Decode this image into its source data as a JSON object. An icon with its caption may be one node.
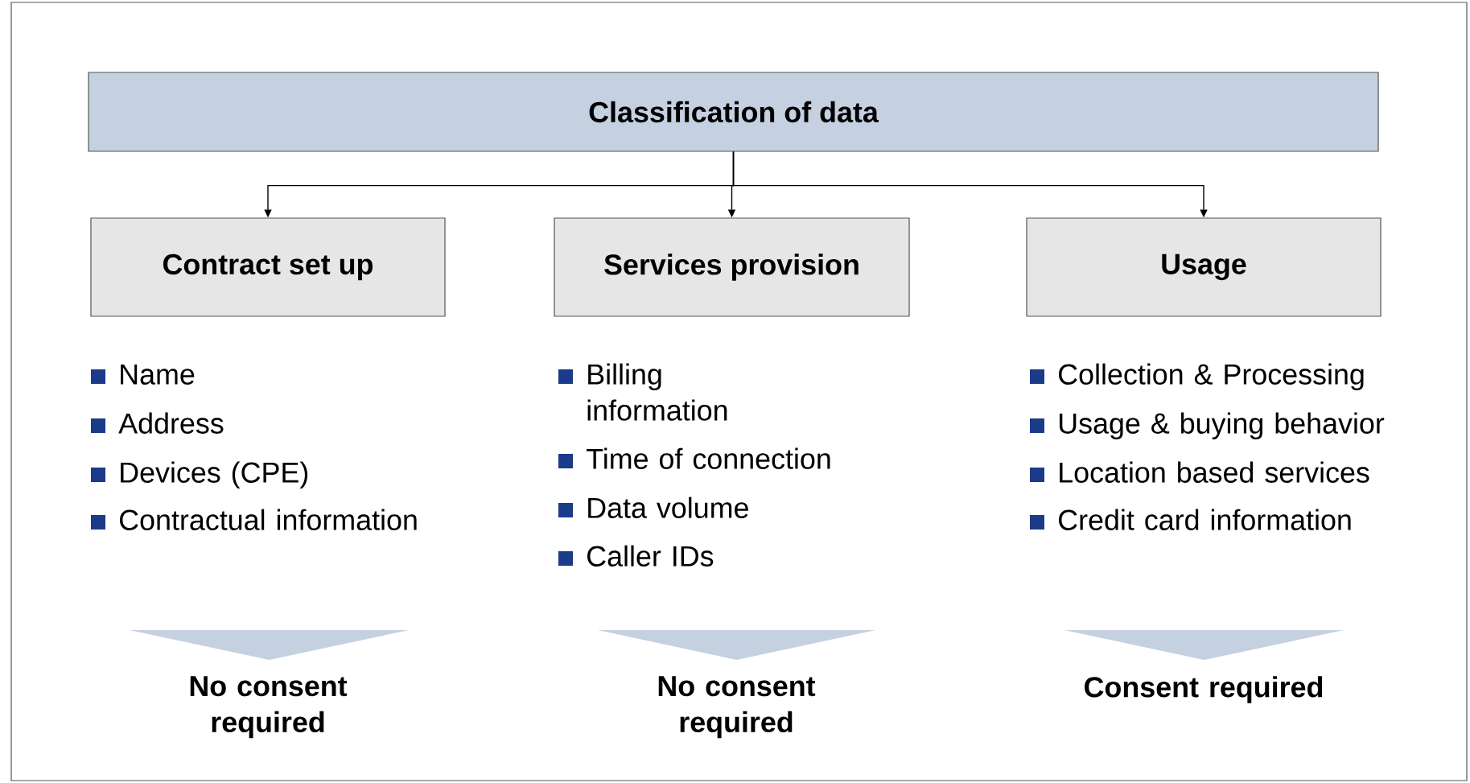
{
  "diagram": {
    "nodes": [
      {
        "text": [
          "Classification of data"
        ]
      },
      {
        "text": [
          "Contract set up"
        ]
      },
      {
        "text": [
          "Services provision"
        ]
      },
      {
        "text": [
          "Usage"
        ]
      }
    ],
    "edges": [
      {
        "from": 0,
        "to": 1,
        "arrow": "to"
      },
      {
        "from": 0,
        "to": 2,
        "arrow": "to"
      },
      {
        "from": 0,
        "to": 3,
        "arrow": "to"
      }
    ],
    "labels": [
      "Name",
      "Address",
      "Devices (CPE)",
      "Contractual information",
      "Billing information",
      "Time of connection",
      "Data volume",
      "Caller IDs",
      "Collection & Processing",
      "Usage & buying behavior",
      "Location based services",
      "Credit card information",
      "No consent required",
      "No consent required",
      "Consent required"
    ]
  }
}
